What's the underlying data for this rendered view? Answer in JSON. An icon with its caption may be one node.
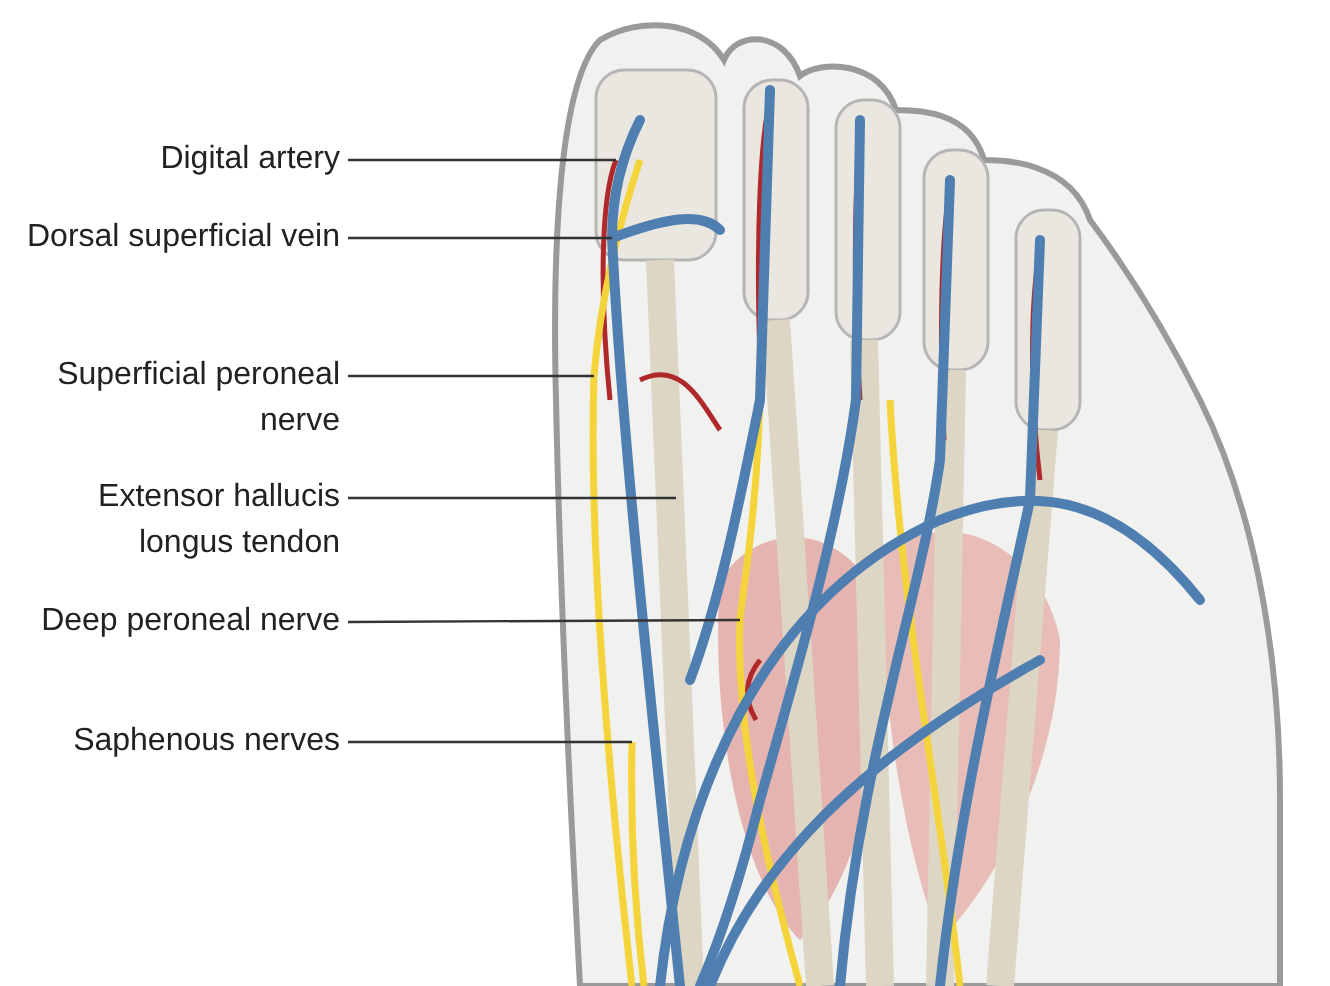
{
  "diagram": {
    "nodes": [
      {
        "text": [
          "Digital artery"
        ]
      },
      {
        "text": [
          "Dorsal superficial vein"
        ]
      },
      {
        "text": [
          "Superficial peroneal nerve"
        ]
      },
      {
        "text": [
          "Extensor hallucis longus tendon"
        ]
      },
      {
        "text": [
          "Deep peroneal nerve"
        ]
      },
      {
        "text": [
          "Saphenous nerves"
        ]
      }
    ],
    "edges": [
      {
        "from": 0,
        "to": null,
        "arrow": "none"
      },
      {
        "from": 1,
        "to": null,
        "arrow": "none"
      },
      {
        "from": 2,
        "to": null,
        "arrow": "none"
      },
      {
        "from": 3,
        "to": null,
        "arrow": "none"
      },
      {
        "from": 4,
        "to": null,
        "arrow": "none"
      },
      {
        "from": 5,
        "to": null,
        "arrow": "none"
      }
    ]
  }
}
